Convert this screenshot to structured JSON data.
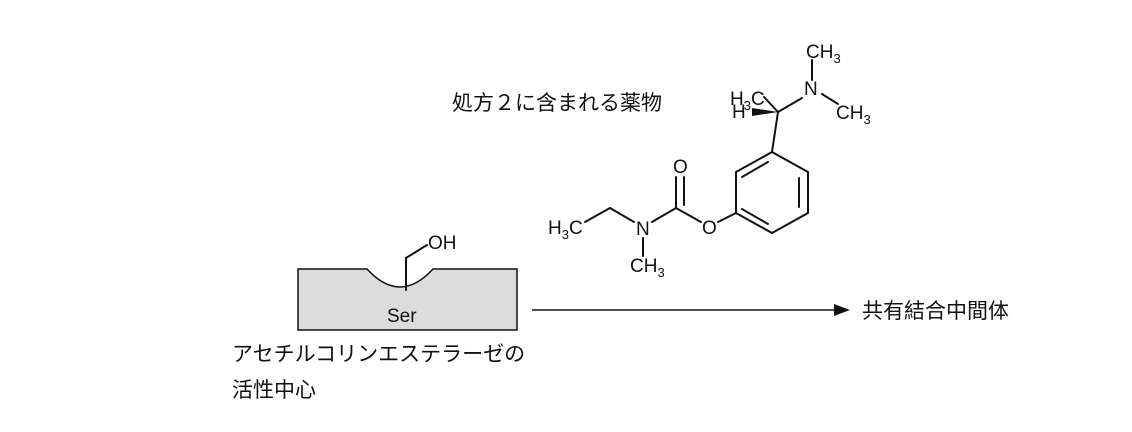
{
  "caption": {
    "drug_label": "処方２に含まれる薬物",
    "product_label": "共有結合中間体",
    "active_site_label_line1": "アセチルコリンエステラーゼの",
    "active_site_label_line2": "活性中心"
  },
  "enzyme": {
    "residue": "Ser",
    "hydroxyl": "OH"
  },
  "molecule": {
    "amine_n": "N",
    "amine_methyl_top": "CH",
    "amine_methyl_top_sub": "3",
    "amine_methyl_right": "CH",
    "amine_methyl_right_sub": "3",
    "chiral_methyl": "H",
    "chiral_methyl_sub": "3",
    "chiral_methyl_c": "C",
    "chiral_h": "H",
    "carbonyl_o": "O",
    "ester_o": "O",
    "carbamate_n": "N",
    "ethyl_h": "H",
    "ethyl_sub": "3",
    "ethyl_c": "C",
    "n_methyl": "CH",
    "n_methyl_sub": "3"
  },
  "colors": {
    "active_site_fill": "#dcdcdc",
    "ink": "#111111"
  }
}
